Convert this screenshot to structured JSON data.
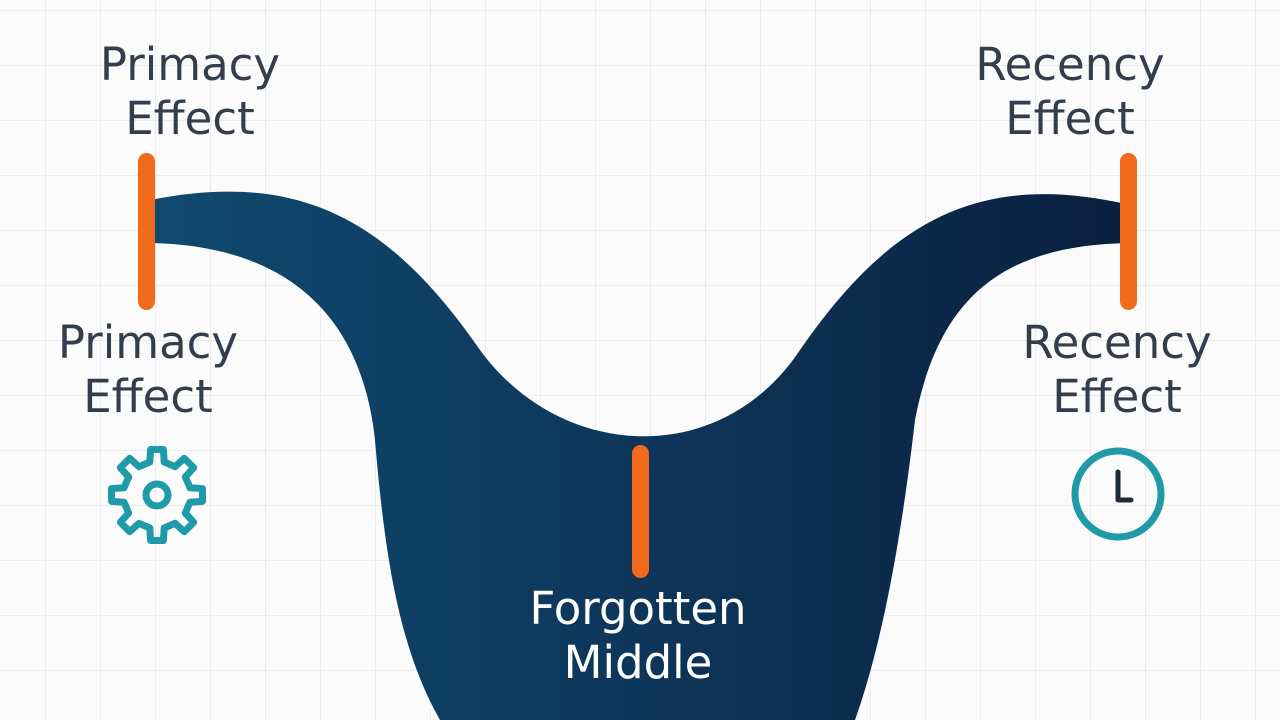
{
  "diagram": {
    "top_left_label": {
      "line1": "Primacy",
      "line2": "Effect"
    },
    "top_right_label": {
      "line1": "Recency",
      "line2": "Effect"
    },
    "mid_left_label": {
      "line1": "Primacy",
      "line2": "Effect"
    },
    "mid_right_label": {
      "line1": "Recency",
      "line2": "Effect"
    },
    "bottom_label": {
      "line1": "Forgotten",
      "line2": "Middle"
    },
    "icons": {
      "left": "gear-icon",
      "right": "clock-icon"
    }
  },
  "colors": {
    "curve_dark": "#0c1f3d",
    "curve_light": "#0f4a6e",
    "marker": "#f26a1b",
    "icon": "#1f9aa8",
    "text": "#333d4c"
  }
}
